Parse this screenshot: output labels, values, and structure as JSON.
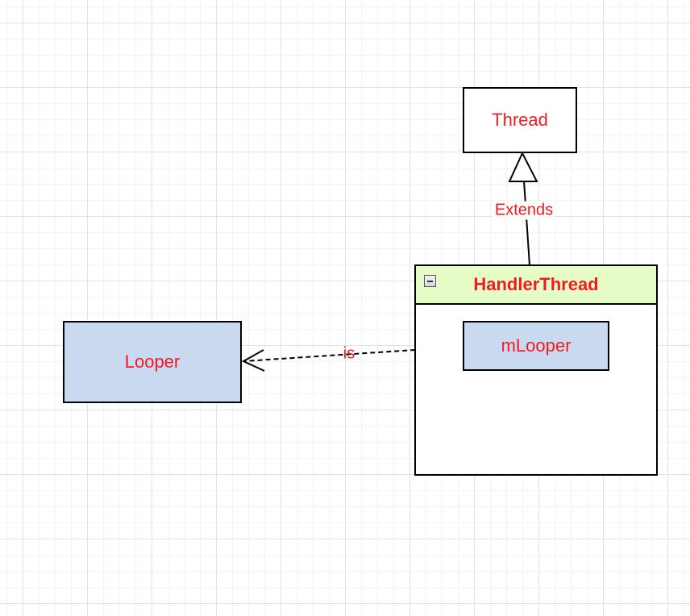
{
  "diagram": {
    "thread": {
      "label": "Thread"
    },
    "handler_thread": {
      "label": "HandlerThread",
      "field": "mLooper"
    },
    "looper": {
      "label": "Looper"
    },
    "edges": {
      "extends_label": "Extends",
      "is_label": "is"
    },
    "icons": {
      "collapse": "collapse-minus-icon"
    },
    "colors": {
      "label_text": "#ee1c25",
      "class_fill": "#c9d9f0",
      "header_fill": "#e6fcc6",
      "border": "#000000"
    }
  }
}
